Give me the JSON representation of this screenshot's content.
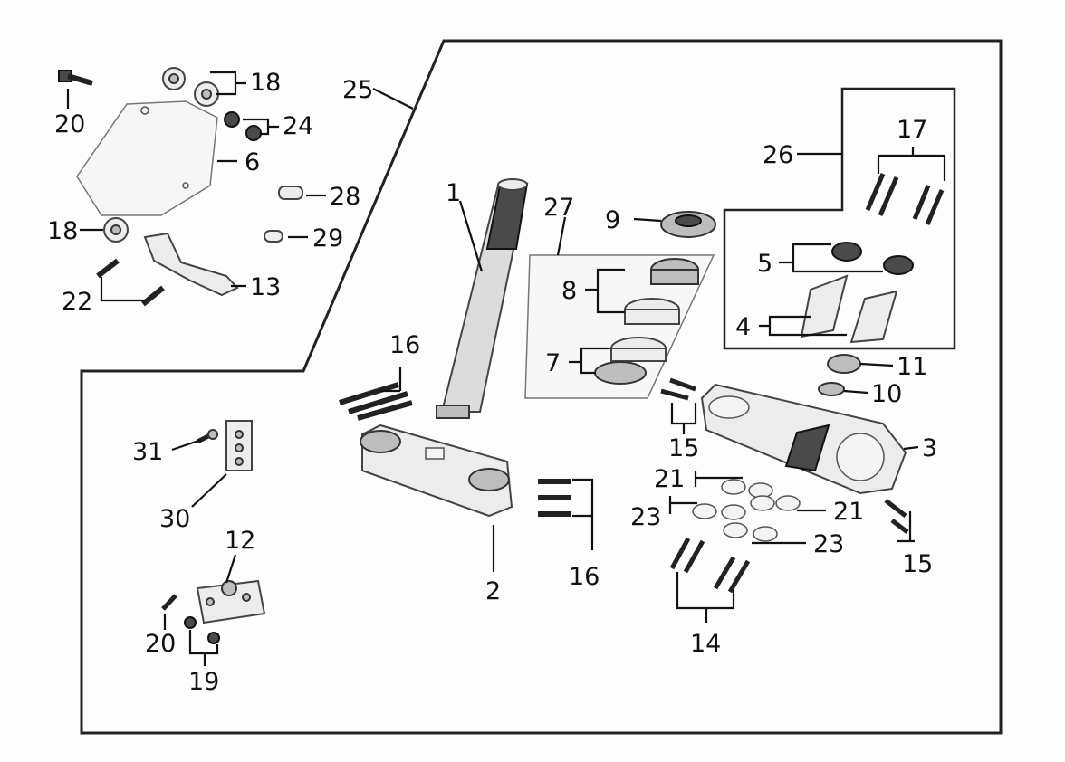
{
  "diagram": {
    "labels": {
      "l1": "1",
      "l2": "2",
      "l3": "3",
      "l4": "4",
      "l5": "5",
      "l6": "6",
      "l7": "7",
      "l8": "8",
      "l9": "9",
      "l10": "10",
      "l11": "11",
      "l12": "12",
      "l13": "13",
      "l14": "14",
      "l15a": "15",
      "l15b": "15",
      "l16a": "16",
      "l16b": "16",
      "l17": "17",
      "l18a": "18",
      "l18b": "18",
      "l19": "19",
      "l20a": "20",
      "l20b": "20",
      "l21a": "21",
      "l21b": "21",
      "l22": "22",
      "l23a": "23",
      "l23b": "23",
      "l24": "24",
      "l25": "25",
      "l26": "26",
      "l27": "27",
      "l28": "28",
      "l29": "29",
      "l30": "30",
      "l31": "31"
    },
    "colors": {
      "line": "#111111",
      "part_fill": "#ececec",
      "part_dark": "#bdbdbd"
    }
  }
}
